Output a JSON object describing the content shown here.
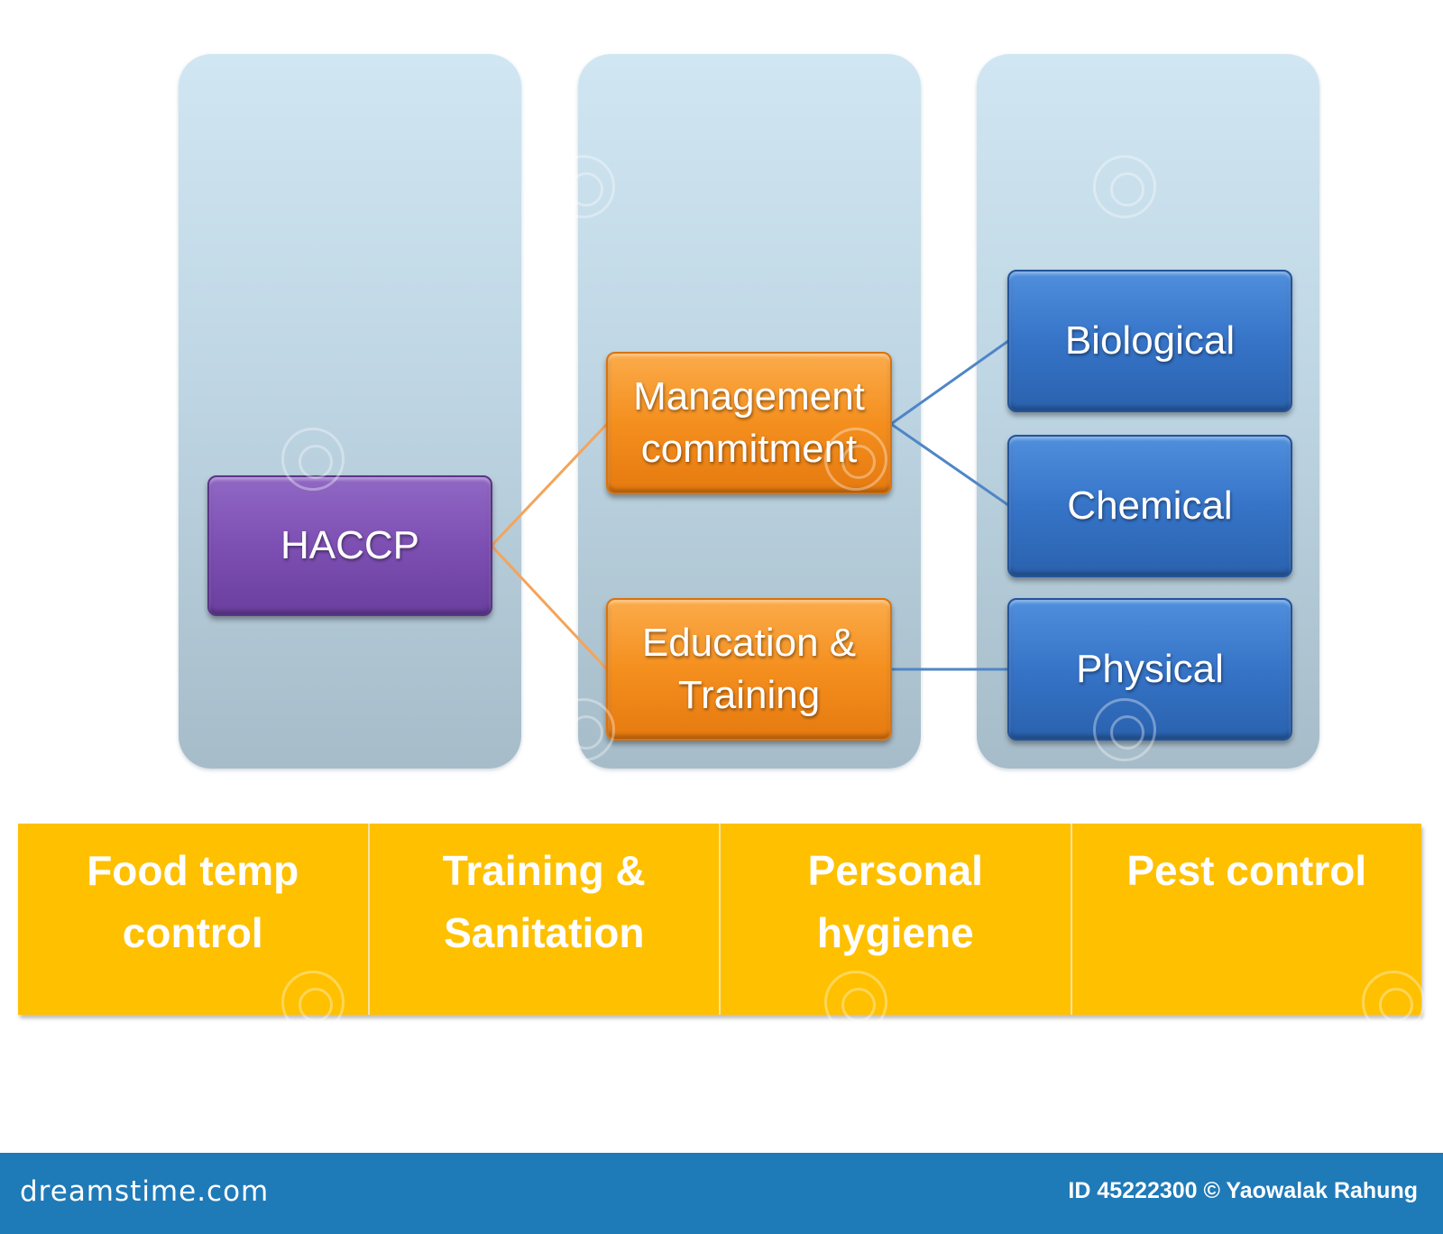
{
  "diagram": {
    "root": {
      "label": "HACCP"
    },
    "level2": [
      {
        "id": "management",
        "lines": [
          "Management",
          "commitment"
        ]
      },
      {
        "id": "education",
        "lines": [
          "Education &",
          "Training"
        ]
      }
    ],
    "level3": [
      {
        "id": "biological",
        "label": "Biological"
      },
      {
        "id": "chemical",
        "label": "Chemical"
      },
      {
        "id": "physical",
        "label": "Physical"
      }
    ]
  },
  "bar": {
    "cells": [
      {
        "lines": [
          "Food temp",
          "control"
        ]
      },
      {
        "lines": [
          "Training &",
          "Sanitation"
        ]
      },
      {
        "lines": [
          "Personal",
          "hygiene"
        ]
      },
      {
        "lines": [
          "Pest control"
        ]
      }
    ]
  },
  "footer": {
    "logo": "dreamstime.com",
    "credit": "ID 45222300 © Yaowalak Rahung"
  },
  "colors": {
    "root": "#7d4fb3",
    "level2": "#f48f1e",
    "level3": "#3674c8",
    "bar": "#ffc000",
    "footer": "#1f7ab8",
    "connector_orange": "#f4a45a",
    "connector_blue": "#4f86c6"
  }
}
